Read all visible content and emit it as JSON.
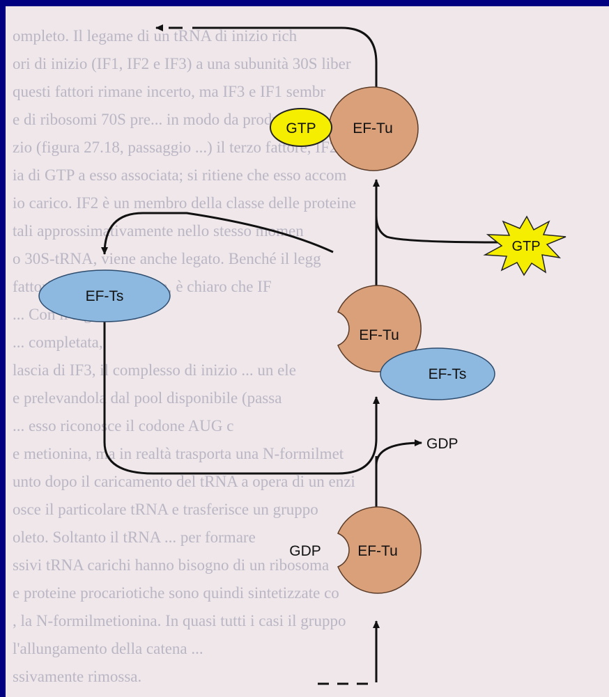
{
  "background_text": [
    "ompleto. Il legame di un tRNA di inizio rich",
    "ori di inizio (IF1, IF2 e IF3) a una subunità 30S liber",
    "questi fattori rimane incerto, ma IF3 e IF1 sembr",
    "e di ribosomi 70S pre... in modo da produrre",
    "zio (figura 27.18, passaggio ...) il terzo fattore, IF2, vi",
    "ia di GTP a esso associata; si ritiene che esso accom",
    "io carico. IF2 è un membro della classe delle proteine",
    "tali approssimativamente nello stesso momen",
    "o 30S-tRNA, viene anche legato. Benché il legg",
    "fattori sia ancora incerta, è chiaro che IF",
    "... Con il legame de",
    "... completata,",
    "lascia di IF3, il complesso di inizio ... un ele",
    "e prelevandola dal pool disponibile (passa",
    "... esso riconosce il codone AUG c",
    "e metionina, ma in realtà trasporta una N-formilmet",
    "unto dopo il caricamento del tRNA a opera di un enzi",
    "osce il particolare tRNA e trasferisce un gruppo",
    "oleto. Soltanto il tRNA ... per formare",
    "ssivi tRNA carichi hanno bisogno di un ribosoma",
    "e proteine procariotiche sono quindi sintetizzate co",
    ", la N-formilmetionina. In quasi tutti i casi il gruppo",
    "l'allungamento della catena ... ",
    "ssivamente rimossa."
  ],
  "labels": {
    "gtp_bound": "GTP",
    "eftu_top": "EF-Tu",
    "gtp_free": "GTP",
    "efts_left": "EF-Ts",
    "eftu_middle": "EF-Tu",
    "efts_complex": "EF-Ts",
    "gdp_released": "GDP",
    "gdp_bound": "GDP",
    "eftu_bottom": "EF-Tu"
  },
  "colors": {
    "frame": "#000080",
    "page": "#efe7ea",
    "ef_tu": "#d9a07a",
    "ef_ts": "#8db9e0",
    "gtp": "#f5ee00",
    "arrow": "#111111"
  }
}
